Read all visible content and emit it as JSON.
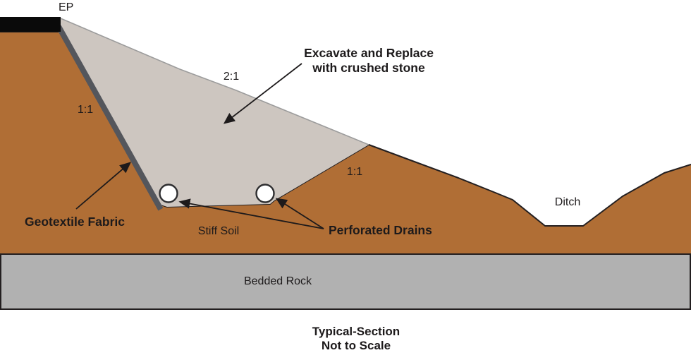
{
  "diagram": {
    "title_line1": "Typical-Section",
    "title_line2": "Not to Scale",
    "labels": {
      "ep": "EP",
      "slope_top": "2:1",
      "slope_left": "1:1",
      "slope_right": "1:1",
      "excavate_line1": "Excavate and Replace",
      "excavate_line2": "with crushed stone",
      "geotextile": "Geotextile Fabric",
      "stiff_soil": "Stiff Soil",
      "perforated_drains": "Perforated Drains",
      "ditch": "Ditch",
      "bedded_rock": "Bedded Rock"
    },
    "colors": {
      "soil": "#b06e35",
      "crushed_stone": "#cdc6c0",
      "bedded_rock": "#b1b1b1",
      "geotextile_fabric": "#54565c",
      "pavement": "#0a0a0a",
      "outline": "#231f20",
      "drain_fill": "#ffffff",
      "background": "#ffffff"
    }
  }
}
